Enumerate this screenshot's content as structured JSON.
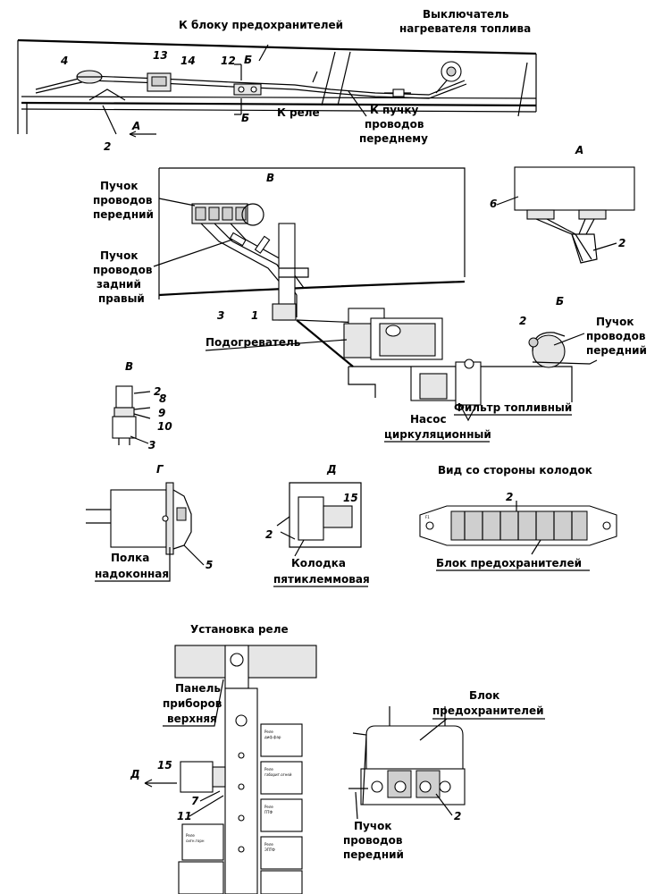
{
  "labels": {
    "to_fuse_block": "К блоку предохранителей",
    "heater_switch_l1": "Выключатель",
    "heater_switch_l2": "нагревателя топлива",
    "to_relay": "К реле",
    "to_front_harness_l1": "К пучку",
    "to_front_harness_l2": "проводов",
    "to_front_harness_l3": "переднему",
    "front_harness_l1": "Пучок",
    "front_harness_l2": "проводов",
    "front_harness_l3": "передний",
    "rear_right_harness_l1": "Пучок",
    "rear_right_harness_l2": "проводов",
    "rear_right_harness_l3": "задний",
    "rear_right_harness_l4": "правый",
    "heater": "Подогреватель",
    "fuel_filter": "Фильтр топливный",
    "pump_l1": "Насос",
    "pump_l2": "циркуляционный",
    "window_shelf_l1": "Полка",
    "window_shelf_l2": "надоконная",
    "five_pin_block_l1": "Колодка",
    "five_pin_block_l2": "пятиклеммовая",
    "view_from_blocks": "Вид со стороны колодок",
    "fuse_block": "Блок предохранителей",
    "relay_install": "Установка реле",
    "upper_panel_l1": "Панель",
    "upper_panel_l2": "приборов",
    "upper_panel_l3": "верхняя",
    "fuse_block2_l1": "Блок",
    "fuse_block2_l2": "предохранителей",
    "front_harness2_l1": "Пучок",
    "front_harness2_l2": "проводов",
    "front_harness2_l3": "передний"
  },
  "views": {
    "A": "А",
    "B": "Б",
    "V": "В",
    "G": "Г",
    "D": "Д"
  },
  "numbers": {
    "n1": "1",
    "n2": "2",
    "n3": "3",
    "n4": "4",
    "n5": "5",
    "n6": "6",
    "n7": "7",
    "n8": "8",
    "n9": "9",
    "n10": "10",
    "n11": "11",
    "n12": "12",
    "n13": "13",
    "n14": "14",
    "n15": "15"
  },
  "relay_labels": {
    "r1": "Реле",
    "r1b": "диф.фар",
    "r2": "Реле",
    "r2b": "габарит.огней",
    "r3": "Реле",
    "r3b": "ПТФ",
    "r4": "Реле",
    "r4b": "сигн.горн",
    "r5": "Реле",
    "r5b": "ЭПТФ"
  },
  "fuse_small": "F1"
}
